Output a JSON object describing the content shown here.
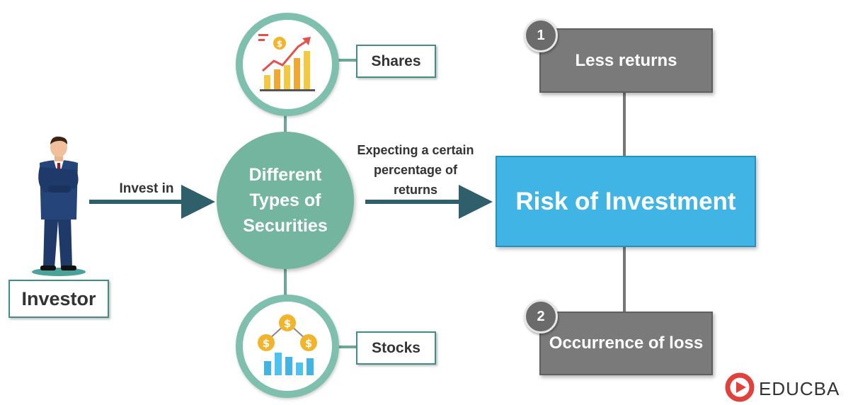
{
  "investor": {
    "label": "Investor"
  },
  "edges": {
    "invest_in": "Invest in",
    "expecting_line1": "Expecting a certain",
    "expecting_line2": "percentage of",
    "expecting_line3": "returns"
  },
  "hub": {
    "line1": "Different",
    "line2": "Types of",
    "line3": "Securities"
  },
  "securities": {
    "shares": {
      "label": "Shares",
      "icon": "growth-chart-icon"
    },
    "stocks": {
      "label": "Stocks",
      "icon": "coins-bar-chart-icon"
    }
  },
  "risk": {
    "title": "Risk of Investment"
  },
  "outcomes": [
    {
      "number": "1",
      "label": "Less returns"
    },
    {
      "number": "2",
      "label": "Occurrence of loss"
    }
  ],
  "brand": {
    "name": "EDUCBA",
    "accent": "#e0413b"
  },
  "colors": {
    "teal": "#73b59f",
    "dark_teal": "#2f5f6b",
    "risk_blue": "#3fb4e5",
    "grey": "#7a7a7a"
  }
}
